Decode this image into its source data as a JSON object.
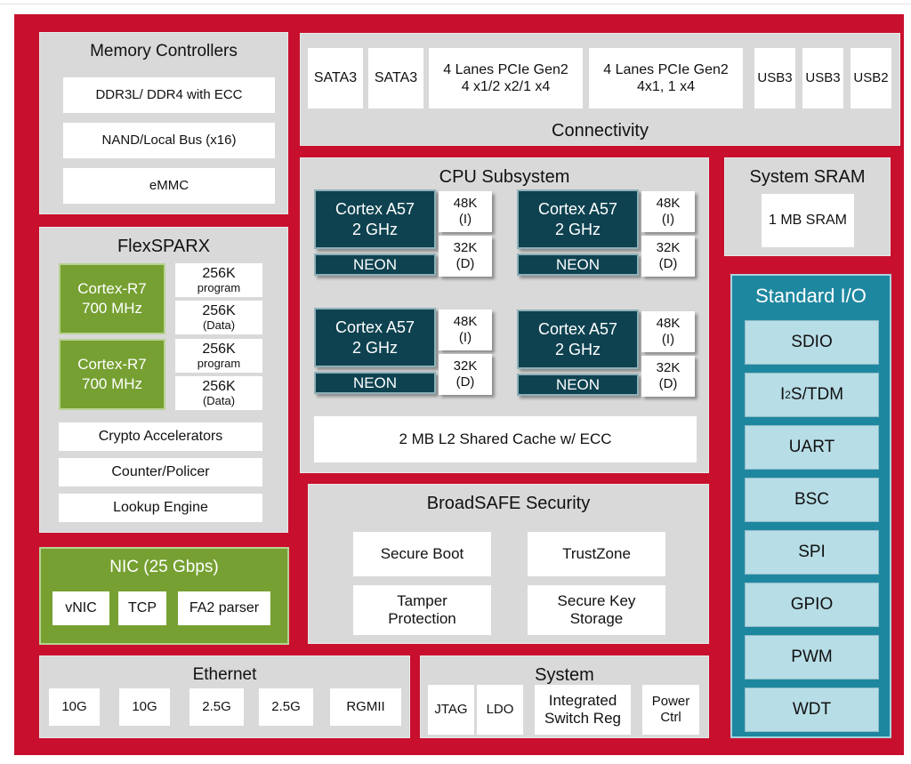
{
  "memory_controllers": {
    "title": "Memory Controllers",
    "items": [
      "DDR3L/ DDR4 with ECC",
      "NAND/Local Bus (x16)",
      "eMMC"
    ]
  },
  "connectivity": {
    "title": "Connectivity",
    "items": [
      {
        "line1": "SATA3",
        "line2": ""
      },
      {
        "line1": "SATA3",
        "line2": ""
      },
      {
        "line1": "4 Lanes  PCIe Gen2",
        "line2": "4 x1/2 x2/1 x4"
      },
      {
        "line1": "4 Lanes  PCIe Gen2",
        "line2": "4x1, 1 x4"
      },
      {
        "line1": "USB3",
        "line2": ""
      },
      {
        "line1": "USB3",
        "line2": ""
      },
      {
        "line1": "USB2",
        "line2": ""
      }
    ]
  },
  "cpu_subsystem": {
    "title": "CPU Subsystem",
    "cores": [
      {
        "name": "Cortex A57",
        "freq": "2 GHz",
        "neon": "NEON",
        "icache_size": "48K",
        "icache_type": "(I)",
        "dcache_size": "32K",
        "dcache_type": "(D)"
      },
      {
        "name": "Cortex A57",
        "freq": "2 GHz",
        "neon": "NEON",
        "icache_size": "48K",
        "icache_type": "(I)",
        "dcache_size": "32K",
        "dcache_type": "(D)"
      },
      {
        "name": "Cortex A57",
        "freq": "2 GHz",
        "neon": "NEON",
        "icache_size": "48K",
        "icache_type": "(I)",
        "dcache_size": "32K",
        "dcache_type": "(D)"
      },
      {
        "name": "Cortex A57",
        "freq": "2 GHz",
        "neon": "NEON",
        "icache_size": "48K",
        "icache_type": "(I)",
        "dcache_size": "32K",
        "dcache_type": "(D)"
      }
    ],
    "l2": "2 MB L2 Shared Cache w/ ECC"
  },
  "system_sram": {
    "title": "System SRAM",
    "item": "1 MB SRAM"
  },
  "flexsparx": {
    "title": "FlexSPARX",
    "cores": [
      {
        "name": "Cortex-R7",
        "freq": "700 MHz",
        "mem1_size": "256K",
        "mem1_type": "program",
        "mem2_size": "256K",
        "mem2_type": "(Data)"
      },
      {
        "name": "Cortex-R7",
        "freq": "700 MHz",
        "mem1_size": "256K",
        "mem1_type": "program",
        "mem2_size": "256K",
        "mem2_type": "(Data)"
      }
    ],
    "items": [
      "Crypto Accelerators",
      "Counter/Policer",
      "Lookup Engine"
    ]
  },
  "standard_io": {
    "title": "Standard I/O",
    "i2s_sup": "2",
    "i2s_rest": "S/TDM",
    "items": [
      "SDIO",
      "I",
      "UART",
      "BSC",
      "SPI",
      "GPIO",
      "PWM",
      "WDT"
    ]
  },
  "nic": {
    "title": "NIC (25 Gbps)",
    "items": [
      "vNIC",
      "TCP",
      "FA2 parser"
    ]
  },
  "security": {
    "title": "BroadSAFE Security",
    "items": [
      {
        "line1": "Secure Boot",
        "line2": ""
      },
      {
        "line1": "TrustZone",
        "line2": ""
      },
      {
        "line1": "Tamper",
        "line2": "Protection"
      },
      {
        "line1": "Secure Key",
        "line2": "Storage"
      }
    ]
  },
  "ethernet": {
    "title": "Ethernet",
    "items": [
      "10G",
      "10G",
      "2.5G",
      "2.5G",
      "RGMII"
    ]
  },
  "system": {
    "title": "System",
    "items": [
      {
        "line1": "JTAG",
        "line2": ""
      },
      {
        "line1": "LDO",
        "line2": ""
      },
      {
        "line1": "Integrated",
        "line2": "Switch Reg"
      },
      {
        "line1": "Power",
        "line2": "Ctrl"
      }
    ]
  },
  "colors": {
    "frame": "#c8102e",
    "block": "#d9d9d9",
    "cpu_core": "#0e4250",
    "flex_core": "#76a032",
    "io_panel": "#1e87a0",
    "io_item": "#b7dde6"
  }
}
